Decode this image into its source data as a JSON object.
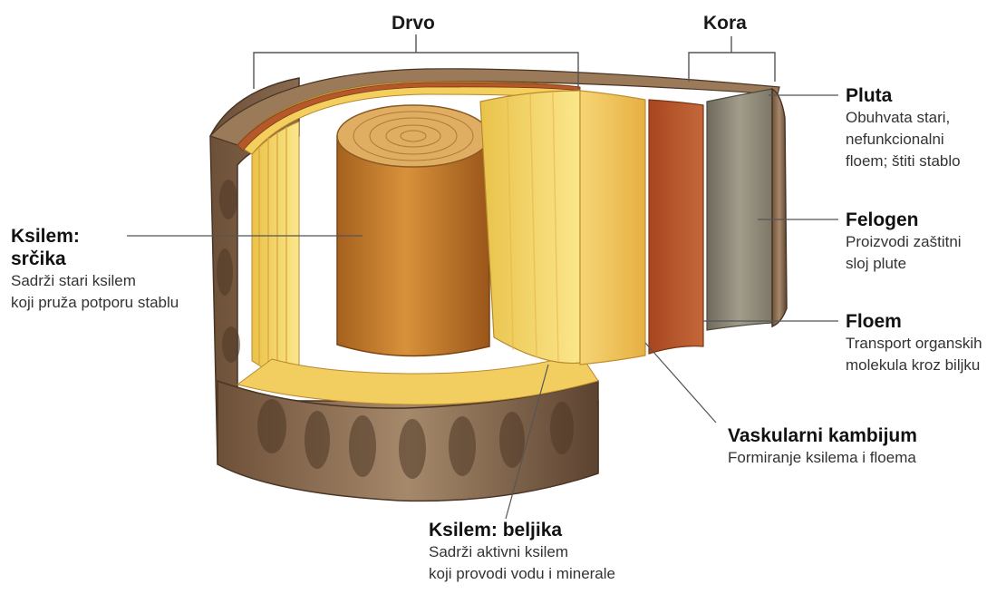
{
  "brackets": {
    "wood": "Drvo",
    "bark": "Kora"
  },
  "labels": {
    "cork": {
      "title": "Pluta",
      "lines": [
        "Obuhvata stari,",
        "nefunkcionalni",
        "floem; štiti stablo"
      ]
    },
    "phellogen": {
      "title": "Felogen",
      "lines": [
        "Proizvodi zaštitni",
        "sloj plute"
      ]
    },
    "phloem": {
      "title": "Floem",
      "lines": [
        "Transport organskih",
        "molekula kroz biljku"
      ]
    },
    "cambium": {
      "title": "Vaskularni kambijum",
      "lines": [
        "Formiranje ksilema i floema"
      ]
    },
    "heartwood": {
      "title_lines": [
        "Ksilem:",
        "srčika"
      ],
      "lines": [
        "Sadrži stari ksilem",
        "koji pruža potporu stablu"
      ]
    },
    "sapwood": {
      "title": "Ksilem: beljika",
      "lines": [
        "Sadrži aktivni ksilem",
        "koji provodi vodu i minerale"
      ]
    }
  },
  "colors": {
    "bark": "#8a6a4e",
    "bark_dark": "#4e3826",
    "bark_light": "#c9b49a",
    "heartwood": "#c9812f",
    "sapwood": "#f4d86a",
    "cambium": "#f1c45c",
    "phloem": "#b5582a",
    "cork": "#8a8576",
    "leader": "#555555"
  }
}
